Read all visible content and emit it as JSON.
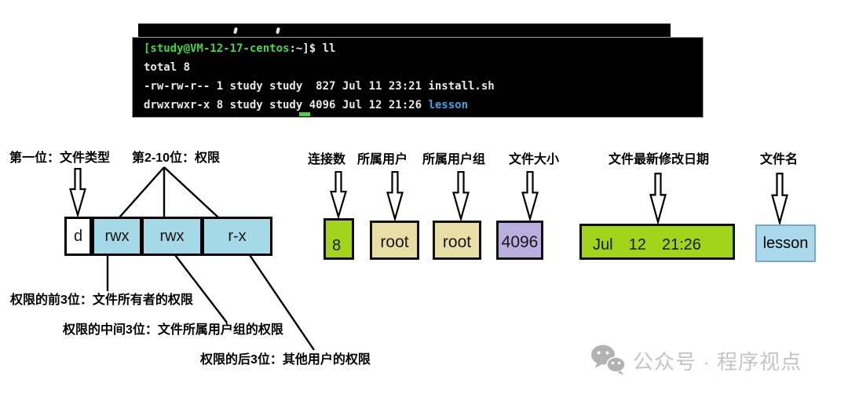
{
  "terminal": {
    "prompt_user": "[study@VM-12-17-centos",
    "prompt_rest": ":~]$ ll",
    "line_total": "total 8",
    "line_install": "-rw-rw-r-- 1 study study  827 Jul 11 23:21 install.sh",
    "line_lesson_pre": "drwxrwxr-x 8 study study 4096 Jul 12 21:26 ",
    "line_lesson_name": "lesson"
  },
  "annotations": {
    "first_pos": "第一位：文件类型",
    "perm_pos": "第2-10位：权限",
    "links": "连接数",
    "owner": "所属用户",
    "group": "所属用户组",
    "size": "文件大小",
    "mtime": "文件最新修改日期",
    "fname": "文件名",
    "owner_perm": "权限的前3位：文件所有者的权限",
    "group_perm": "权限的中间3位：文件所属用户组的权限",
    "other_perm": "权限的后3位：其他用户的权限"
  },
  "boxes": {
    "file_type": "d",
    "perm_owner": "rwx",
    "perm_group": "rwx",
    "perm_other": "r-x",
    "links": "8",
    "owner": "root",
    "group": "root",
    "size": "4096",
    "date_month": "Jul",
    "date_day": "12",
    "date_time": "21:26",
    "name": "lesson"
  },
  "watermark": {
    "text": "公众号 · 程序视点"
  },
  "colors": {
    "terminal_green": "#3ddc3d",
    "terminal_blue": "#35a6e8",
    "lime_box": "#a3d41c",
    "tan_box": "#e8dfa6",
    "purple_box": "#b9aedd",
    "blue_cell": "#a6d9e8",
    "name_box_fill": "#a9d9ea",
    "name_box_border": "#7ba7c9"
  }
}
